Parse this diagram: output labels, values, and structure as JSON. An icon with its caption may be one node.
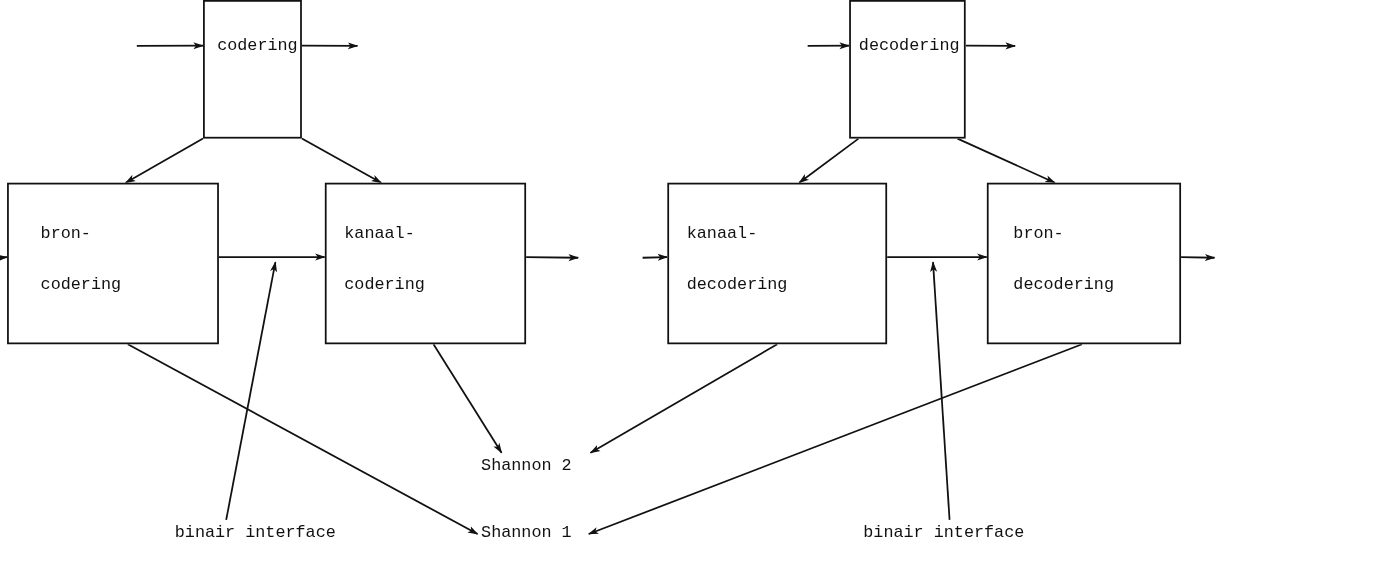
{
  "diagram": {
    "nodes": [
      {
        "text": [
          "codering"
        ]
      },
      {
        "text": [
          "decodering"
        ]
      },
      {
        "text": [
          "bron- codering"
        ]
      },
      {
        "text": [
          "kanaal- codering"
        ]
      },
      {
        "text": [
          "kanaal- decodering"
        ]
      },
      {
        "text": [
          "bron- decodering"
        ]
      },
      {
        "text": [
          "Shannon 2"
        ]
      },
      {
        "text": [
          "Shannon 1"
        ]
      },
      {
        "text": [
          "binair interface"
        ]
      },
      {
        "text": [
          "binair interface"
        ]
      }
    ],
    "edges": [
      {
        "from": null,
        "to": 0,
        "arrow": "to"
      },
      {
        "from": 0,
        "to": null,
        "arrow": "to"
      },
      {
        "from": 0,
        "to": 2,
        "arrow": "to"
      },
      {
        "from": 0,
        "to": 3,
        "arrow": "to"
      },
      {
        "from": null,
        "to": 1,
        "arrow": "to"
      },
      {
        "from": 1,
        "to": null,
        "arrow": "to"
      },
      {
        "from": 1,
        "to": 4,
        "arrow": "to"
      },
      {
        "from": 1,
        "to": 5,
        "arrow": "to"
      },
      {
        "from": null,
        "to": 2,
        "arrow": "to"
      },
      {
        "from": 2,
        "to": 3,
        "arrow": "to"
      },
      {
        "from": 3,
        "to": null,
        "arrow": "to"
      },
      {
        "from": null,
        "to": 4,
        "arrow": "to"
      },
      {
        "from": 4,
        "to": 5,
        "arrow": "to"
      },
      {
        "from": 5,
        "to": null,
        "arrow": "to"
      },
      {
        "from": 8,
        "to": null,
        "arrow": "to"
      },
      {
        "from": 9,
        "to": null,
        "arrow": "to"
      },
      {
        "from": 2,
        "to": 7,
        "arrow": "to"
      },
      {
        "from": 3,
        "to": 6,
        "arrow": "to"
      },
      {
        "from": 4,
        "to": 6,
        "arrow": "to"
      },
      {
        "from": 5,
        "to": 7,
        "arrow": "to"
      }
    ]
  }
}
